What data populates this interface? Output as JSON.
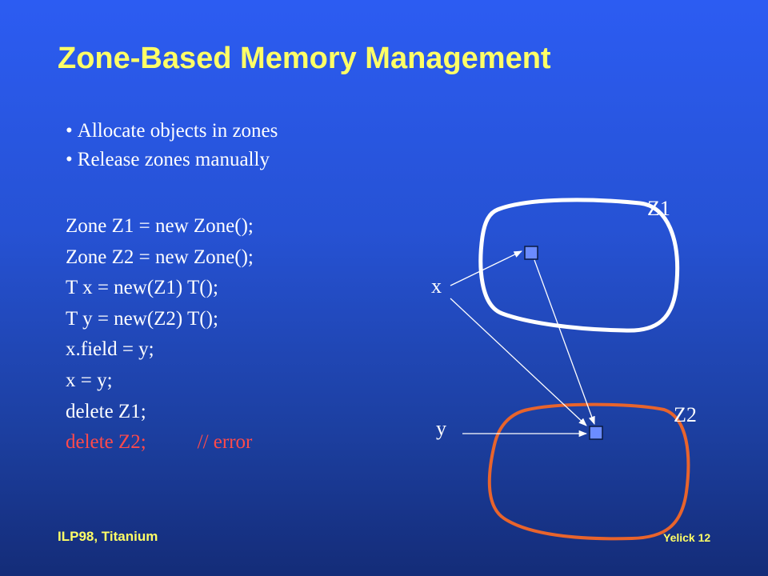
{
  "title": "Zone-Based Memory Management",
  "bullets": [
    "Allocate objects in zones",
    "Release zones manually"
  ],
  "bullet_glyph": "•",
  "code_lines": [
    {
      "text": "Zone Z1 = new Zone();",
      "comment": ""
    },
    {
      "text": "Zone Z2 = new Zone();",
      "comment": ""
    },
    {
      "text": "T x = new(Z1) T();",
      "comment": ""
    },
    {
      "text": "T y = new(Z2) T();",
      "comment": ""
    },
    {
      "text": "x.field = y;",
      "comment": ""
    },
    {
      "text": "x = y;",
      "comment": ""
    },
    {
      "text": "delete Z1;",
      "comment": ""
    },
    {
      "text": "delete Z2;",
      "comment": "// error",
      "error": true
    }
  ],
  "diagram": {
    "zone1_label": "Z1",
    "zone2_label": "Z2",
    "var_x": "x",
    "var_y": "y"
  },
  "colors": {
    "title": "#ffff66",
    "error_text": "#ff4a4a",
    "zone1_outline": "#ffffff",
    "zone2_outline": "#e8642c",
    "object_fill": "#6b8cff"
  },
  "footer": {
    "left": "ILP98, Titanium",
    "right": "Yelick 12"
  }
}
